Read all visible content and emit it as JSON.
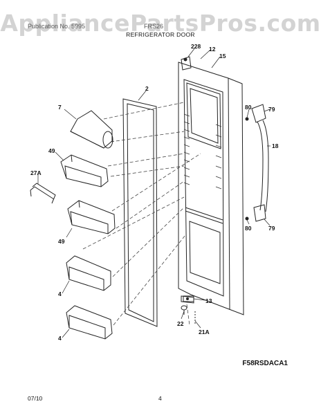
{
  "watermark": "AppliancePartsPros.com",
  "header": {
    "publication_label": "Publication No. 5995",
    "model_label": "FRS26",
    "section_title": "REFRIGERATOR DOOR"
  },
  "callouts": {
    "c228": "228",
    "c12": "12",
    "c15": "15",
    "c2": "2",
    "c7": "7",
    "c49a": "49",
    "c27a": "27A",
    "c49b": "49",
    "c4a": "4",
    "c4b": "4",
    "c80a": "80",
    "c79a": "79",
    "c18": "18",
    "c80b": "80",
    "c79b": "79",
    "c13": "13",
    "c22": "22",
    "c21a": "21A"
  },
  "figure_code": "F58RSDACA1",
  "footer": {
    "date": "07/10",
    "page": "4"
  }
}
